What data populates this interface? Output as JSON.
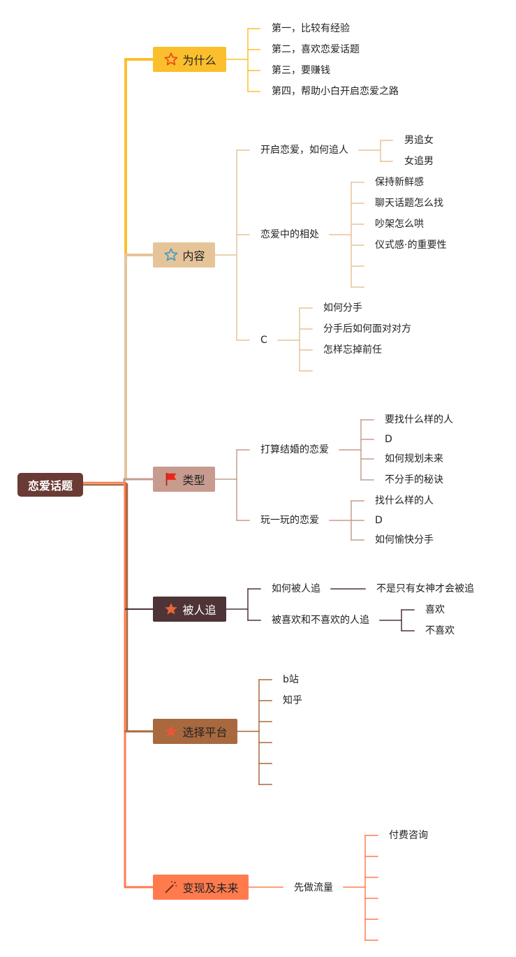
{
  "root": {
    "label": "恋爱话题"
  },
  "colors": {
    "why": "#fbbf2d",
    "content": "#e6c499",
    "types": "#c79b8e",
    "chased": "#4e3436",
    "platform": "#a8693f",
    "money": "#ff7b4e"
  },
  "branches": {
    "why": {
      "label": "为什么",
      "icon": "star-outline-icon",
      "items": [
        "第一，比较有经验",
        "第二，喜欢恋爱话题",
        "第三，要赚钱",
        "第四，帮助小白开启恋爱之路"
      ]
    },
    "content": {
      "label": "内容",
      "icon": "star-outline-icon",
      "pursue": {
        "label": "开启恋爱，如何追人",
        "items": [
          "男追女",
          "女追男"
        ]
      },
      "together": {
        "label": "恋爱中的相处",
        "items": [
          "保持新鲜感",
          "聊天话题怎么找",
          "吵架怎么哄",
          "仪式感·的重要性",
          "",
          ""
        ]
      },
      "breakup": {
        "label": "C",
        "items": [
          "如何分手",
          "分手后如何面对对方",
          "怎样忘掉前任",
          ""
        ]
      }
    },
    "types": {
      "label": "类型",
      "icon": "flag-icon",
      "marriage": {
        "label": "打算结婚的恋爱",
        "items": [
          "要找什么样的人",
          "D",
          "如何规划未来",
          "不分手的秘诀"
        ]
      },
      "casual": {
        "label": "玩一玩的恋爱",
        "items": [
          "找什么样的人",
          "D",
          "如何愉快分手"
        ]
      }
    },
    "chased": {
      "label": "被人追",
      "icon": "star-filled-icon",
      "how": {
        "label": "如何被人追",
        "items": [
          "不是只有女神才会被追"
        ]
      },
      "likes": {
        "label": "被喜欢和不喜欢的人追",
        "items": [
          "喜欢",
          "不喜欢"
        ]
      }
    },
    "platform": {
      "label": "选择平台",
      "icon": "star-filled-icon",
      "items": [
        "b站",
        "知乎",
        "",
        "",
        "",
        ""
      ]
    },
    "money": {
      "label": "变现及未来",
      "icon": "magic-wand-icon",
      "traffic": {
        "label": "先做流量",
        "items": [
          "付费咨询",
          "",
          "",
          "",
          "",
          ""
        ]
      }
    }
  }
}
